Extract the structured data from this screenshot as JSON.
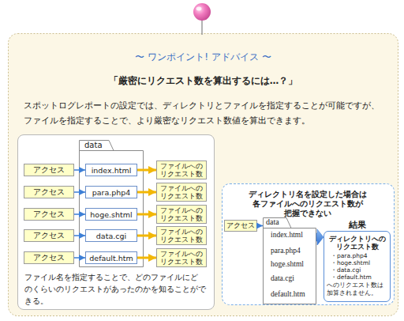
{
  "diagram": {
    "title": "〜 ワンポイント! アドバイス 〜",
    "nodes": [
      {
        "text": [
          "ファイル名を指定することで、どのファイルにど のくらいのリクエストがあったのかを知ることがで きる。"
        ]
      },
      {
        "text": [
          "data"
        ],
        "in": 0
      },
      {
        "text": [
          "アクセス"
        ],
        "in": 0
      },
      {
        "text": [
          "アクセス"
        ],
        "in": 0
      },
      {
        "text": [
          "アクセス"
        ],
        "in": 0
      },
      {
        "text": [
          "アクセス"
        ],
        "in": 0
      },
      {
        "text": [
          "アクセス"
        ],
        "in": 0
      },
      {
        "text": [
          "index.html"
        ],
        "in": 1
      },
      {
        "text": [
          "para.php4"
        ],
        "in": 1
      },
      {
        "text": [
          "hoge.shtml"
        ],
        "in": 1
      },
      {
        "text": [
          "data.cgi"
        ],
        "in": 1
      },
      {
        "text": [
          "default.htm"
        ],
        "in": 1
      },
      {
        "text": [
          "ファイルへの リクエスト数"
        ],
        "in": 0
      },
      {
        "text": [
          "ファイルへの リクエスト数"
        ],
        "in": 0
      },
      {
        "text": [
          "ファイルへの リクエスト数"
        ],
        "in": 0
      },
      {
        "text": [
          "ファイルへの リクエスト数"
        ],
        "in": 0
      },
      {
        "text": [
          "ファイルへの リクエスト数"
        ],
        "in": 0
      },
      {
        "text": [
          "ディレクトリ名を設定した場合は 各ファイルへのリクエスト数が 把握できない"
        ]
      },
      {
        "text": [
          "アクセス"
        ],
        "in": 17
      },
      {
        "text": [
          "data",
          "index.html",
          "para.php4",
          "hoge.shtml",
          "data.cgi",
          "default.htm"
        ],
        "in": 17
      },
      {
        "text": [
          "結果",
          "ディレクトリへの リクエスト数",
          "・para.php4",
          "・hoge.shtml",
          "・data.cgi",
          "・default.htm",
          "へのリクエスト数は 加算されません。"
        ],
        "in": 17
      }
    ],
    "edges": [
      {
        "from": 2,
        "to": 7,
        "arrow": "to"
      },
      {
        "from": 3,
        "to": 8,
        "arrow": "to"
      },
      {
        "from": 4,
        "to": 9,
        "arrow": "to"
      },
      {
        "from": 5,
        "to": 10,
        "arrow": "to"
      },
      {
        "from": 6,
        "to": 11,
        "arrow": "to"
      },
      {
        "from": 7,
        "to": 12,
        "arrow": "to"
      },
      {
        "from": 8,
        "to": 13,
        "arrow": "to"
      },
      {
        "from": 9,
        "to": 14,
        "arrow": "to"
      },
      {
        "from": 10,
        "to": 15,
        "arrow": "to"
      },
      {
        "from": 11,
        "to": 16,
        "arrow": "to"
      },
      {
        "from": 18,
        "to": 19,
        "arrow": "to"
      },
      {
        "from": 19,
        "to": 20,
        "arrow": "to"
      }
    ],
    "labels": [
      "「厳密にリクエスト数を算出するには…？」",
      "スポットログレポートの設定では、ディレクトリとファイルを指定することが可能ですが、 ファイルを指定することで、より厳密なリクエスト数値を算出できます。",
      "結果"
    ]
  }
}
